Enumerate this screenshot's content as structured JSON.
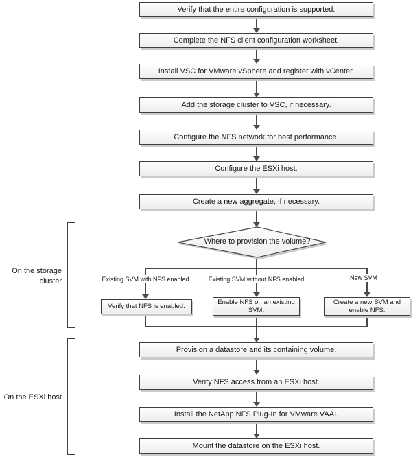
{
  "flowchart": {
    "top_steps": [
      "Verify that the entire configuration is supported.",
      "Complete the NFS client configuration worksheet.",
      "Install VSC for VMware vSphere and register with vCenter.",
      "Add the storage cluster to VSC, if necessary.",
      "Configure the NFS network for best performance.",
      "Configure the ESXi host.",
      "Create a new aggregate, if necessary."
    ],
    "decision": "Where to provision the volume?",
    "branches": [
      {
        "condition": "Existing SVM with NFS enabled",
        "action": "Verify that NFS is enabled."
      },
      {
        "condition": "Existing SVM without NFS enabled",
        "action": "Enable NFS on an existing SVM."
      },
      {
        "condition": "New SVM",
        "action": "Create a new SVM and enable NFS."
      }
    ],
    "bottom_steps": [
      "Provision a datastore and its containing volume.",
      "Verify NFS access from an ESXi host.",
      "Install the NetApp NFS Plug-In for VMware VAAI.",
      "Mount the datastore on the ESXi host."
    ],
    "group_labels": [
      "On the storage cluster",
      "On the ESXi host"
    ],
    "colors": {
      "box_border": "#3f3f3f",
      "box_fill_top": "#fdfdfd",
      "box_fill_bottom": "#ededed",
      "shadow": "#cacaca",
      "connector": "#4a4a4a",
      "text": "#1a1a1a",
      "background": "#ffffff"
    }
  }
}
